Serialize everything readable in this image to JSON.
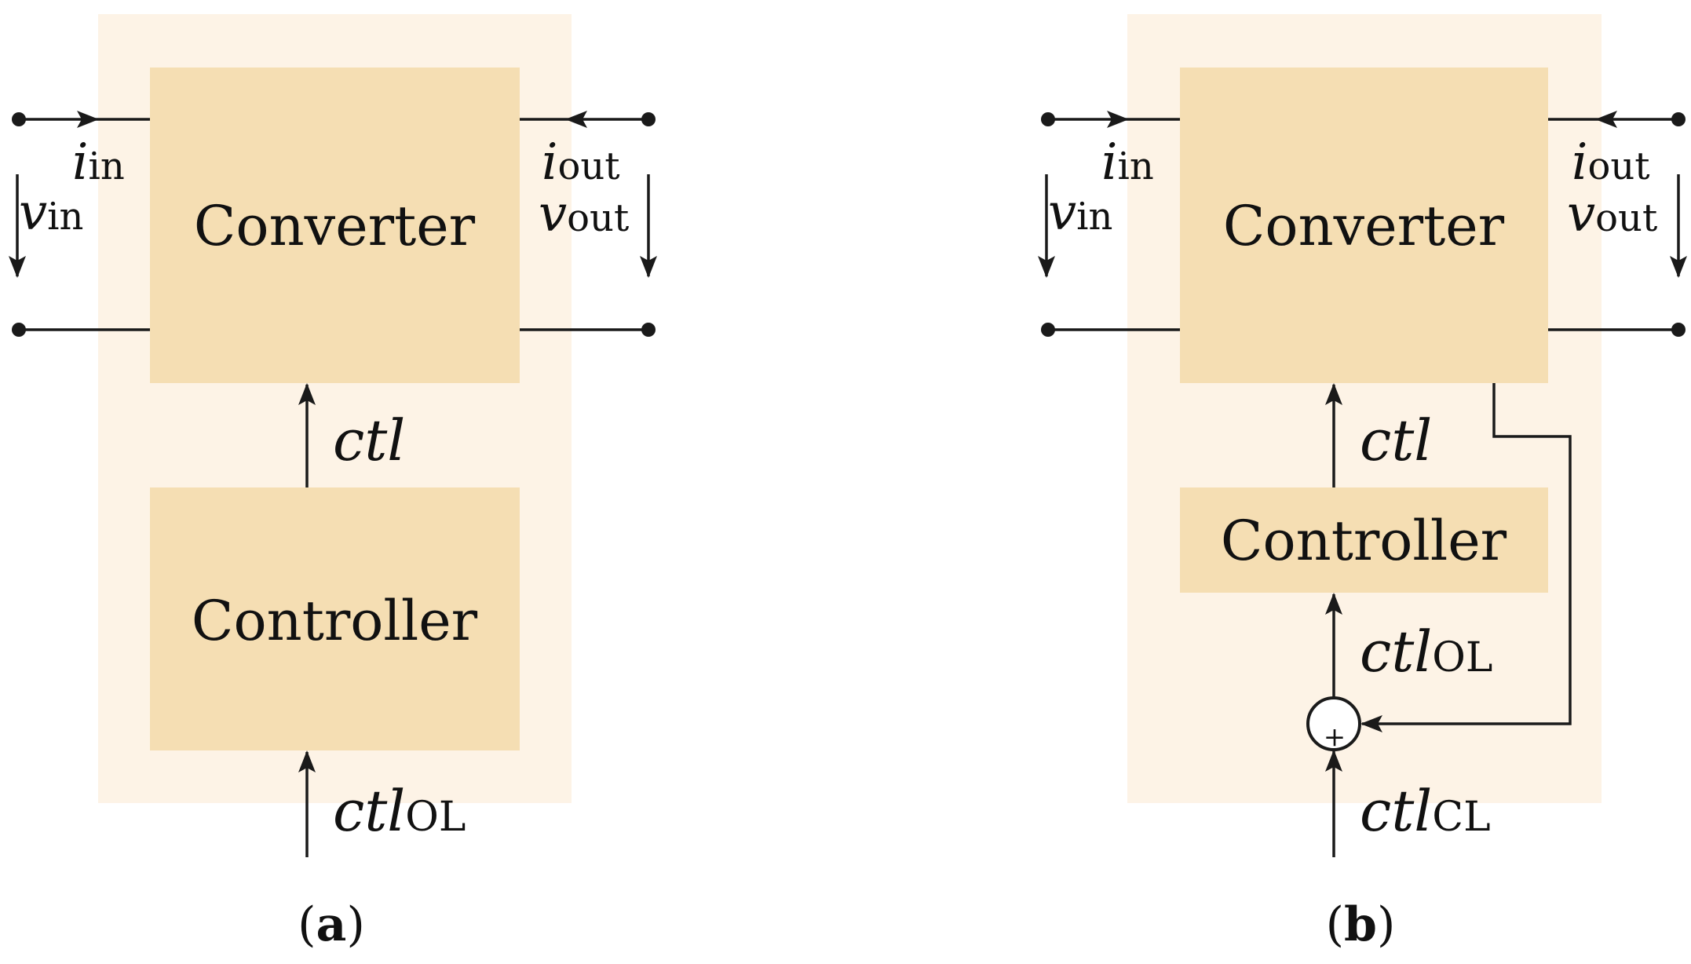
{
  "colors": {
    "outer_panel": "#fdf3e6",
    "block_fill": "#f5deb3",
    "line": "#1a1a1a",
    "text": "#111111"
  },
  "panel_a": {
    "caption_open": "(",
    "caption_letter": "a",
    "caption_close": ")",
    "converter_label": "Converter",
    "controller_label": "Controller",
    "i_in": {
      "var": "i",
      "sub": "in"
    },
    "v_in": {
      "var": "v",
      "sub": "in"
    },
    "i_out": {
      "var": "i",
      "sub": "out"
    },
    "v_out": {
      "var": "v",
      "sub": "out"
    },
    "ctl": {
      "var": "ctl",
      "sub": ""
    },
    "ctl_input": {
      "var": "ctl",
      "sub": "OL"
    }
  },
  "panel_b": {
    "caption_open": "(",
    "caption_letter": "b",
    "caption_close": ")",
    "converter_label": "Converter",
    "controller_label": "Controller",
    "i_in": {
      "var": "i",
      "sub": "in"
    },
    "v_in": {
      "var": "v",
      "sub": "in"
    },
    "i_out": {
      "var": "i",
      "sub": "out"
    },
    "v_out": {
      "var": "v",
      "sub": "out"
    },
    "ctl": {
      "var": "ctl",
      "sub": ""
    },
    "ctl_ol": {
      "var": "ctl",
      "sub": "OL"
    },
    "ctl_input": {
      "var": "ctl",
      "sub": "CL"
    },
    "summing_sign": "+"
  }
}
